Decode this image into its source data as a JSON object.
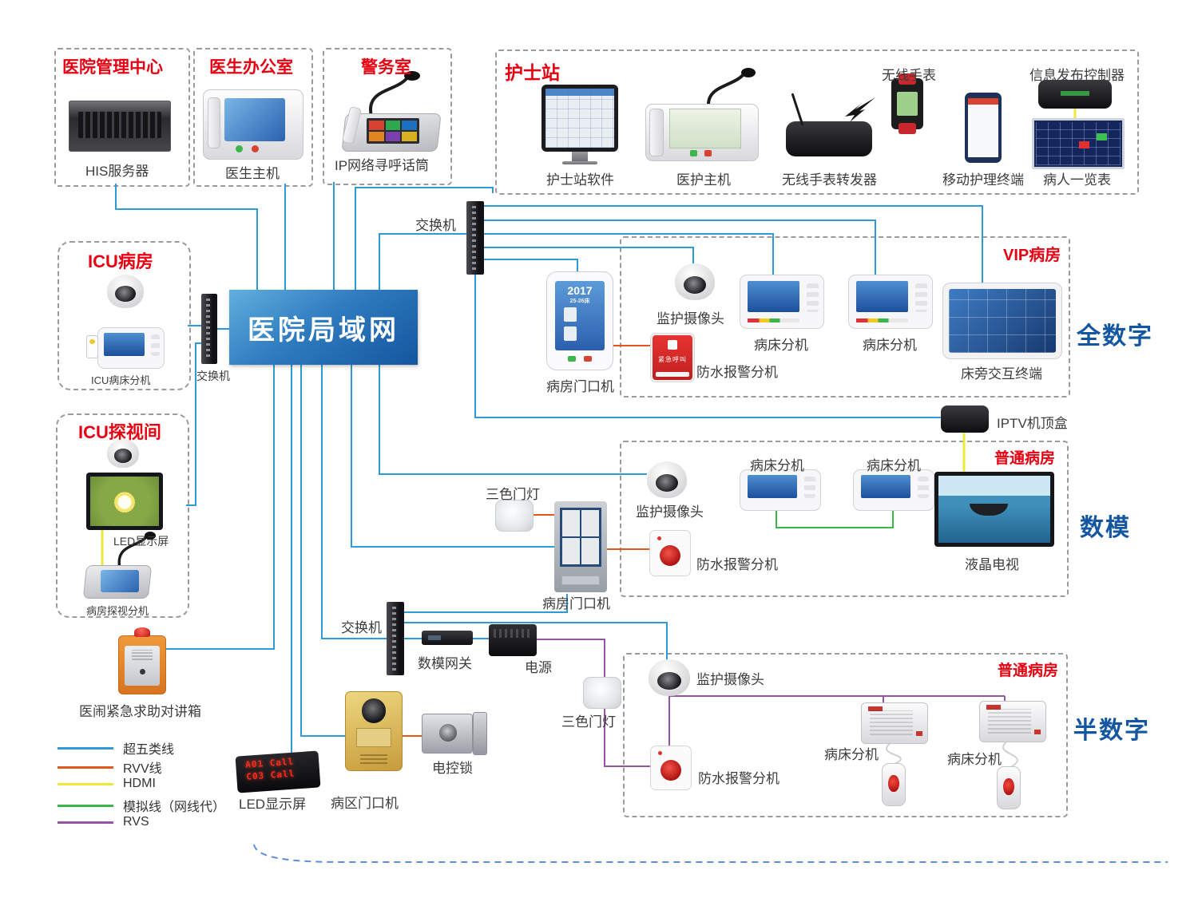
{
  "lan": {
    "title": "医院局域网"
  },
  "groups": {
    "mgmt": {
      "title": "医院管理中心"
    },
    "doctor": {
      "title": "医生办公室"
    },
    "police": {
      "title": "警务室"
    },
    "nurse": {
      "title": "护士站"
    },
    "icu_ward": {
      "title": "ICU病房"
    },
    "icu_visit": {
      "title": "ICU探视间"
    },
    "vip": {
      "title": "VIP病房"
    },
    "normal": {
      "title": "普通病房"
    }
  },
  "modes": {
    "full": "全数字",
    "da": "数模",
    "semi": "半数字"
  },
  "devices": {
    "his_server": "HIS服务器",
    "doctor_host": "医生主机",
    "ip_paging_mic": "IP网络寻呼话筒",
    "nurse_software": "护士站软件",
    "medical_host": "医护主机",
    "watch_repeater": "无线手表转发器",
    "wireless_watch": "无线手表",
    "mobile_terminal": "移动护理终端",
    "info_controller": "信息发布控制器",
    "patient_board": "病人一览表",
    "icu_bed_extension": "ICU病床分机",
    "switch": "交换机",
    "led_screen": "LED显示屏",
    "ward_visit_extension": "病房探视分机",
    "sos_intercom": "医闹紧急求助对讲箱",
    "ward_door_unit": "病房门口机",
    "monitor_camera": "监护摄像头",
    "waterproof_alarm": "防水报警分机",
    "bed_extension": "病床分机",
    "bedside_terminal": "床旁交互终端",
    "iptv_box": "IPTV机顶盒",
    "tricolor_light": "三色门灯",
    "lcd_tv": "液晶电视",
    "da_gateway": "数模网关",
    "power_supply": "电源",
    "area_door_unit": "病区门口机",
    "electric_lock": "电控锁"
  },
  "screens": {
    "door_year": "2017",
    "door_beds": "25-26床",
    "alarm": "紧急呼叫",
    "led1": "A01 Call",
    "led2": "C03 Call"
  },
  "legend": {
    "items": [
      {
        "label": "超五类线",
        "color": "#3399d4"
      },
      {
        "label": "RVV线",
        "color": "#e2571e"
      },
      {
        "label": "HDMI",
        "color": "#efe73a"
      },
      {
        "label": "模拟线（网线代）",
        "color": "#3cb54a"
      },
      {
        "label": "RVS",
        "color": "#9455a3"
      }
    ]
  },
  "colors": {
    "title_red": "#e60012",
    "mode_blue": "#1457a0",
    "line_blue": "#2e9bd6",
    "line_orange": "#e2571e",
    "line_yellow": "#ece93c",
    "line_green": "#3cb54a",
    "line_purple": "#9455a3"
  }
}
